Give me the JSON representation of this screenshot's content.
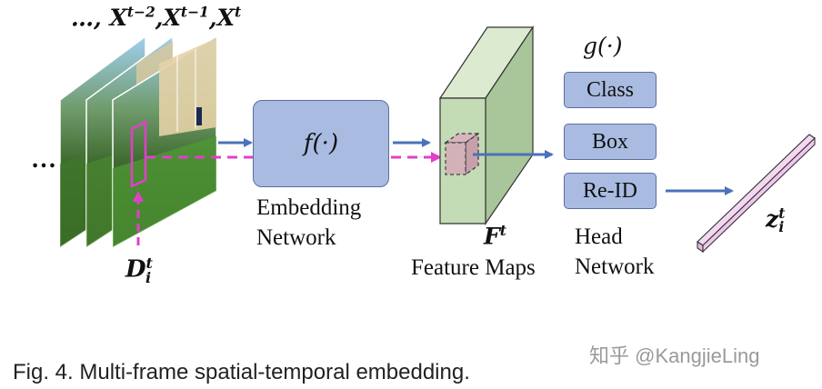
{
  "inputs": {
    "sequence_prefix": "…,",
    "x": "X",
    "sup1": "t−2",
    "sup2": "t−1",
    "sup3": "t",
    "comma": ",",
    "ellipsis": "…",
    "d": "D",
    "d_sup": "t",
    "d_sub": "i"
  },
  "embedding": {
    "function": "f(·)",
    "label_line1": "Embedding",
    "label_line2": "Network"
  },
  "feature_maps": {
    "symbol": "F",
    "symbol_sup": "t",
    "label": "Feature Maps"
  },
  "head": {
    "function": "g(·)",
    "class_label": "Class",
    "box_label": "Box",
    "reid_label": "Re-ID",
    "label_line1": "Head",
    "label_line2": "Network"
  },
  "output": {
    "symbol": "z",
    "symbol_sup": "t",
    "symbol_sub": "i"
  },
  "caption": "Fig. 4. Multi-frame spatial-temporal embedding.",
  "watermark": "知乎 @KangjieLing",
  "colors": {
    "arrow_blue": "#4a72b8",
    "dashed_magenta": "#e040c8",
    "box_fill": "#a9bbe0",
    "feature_map": "#bfd8b0",
    "output_bar": "#f0c8ec"
  }
}
